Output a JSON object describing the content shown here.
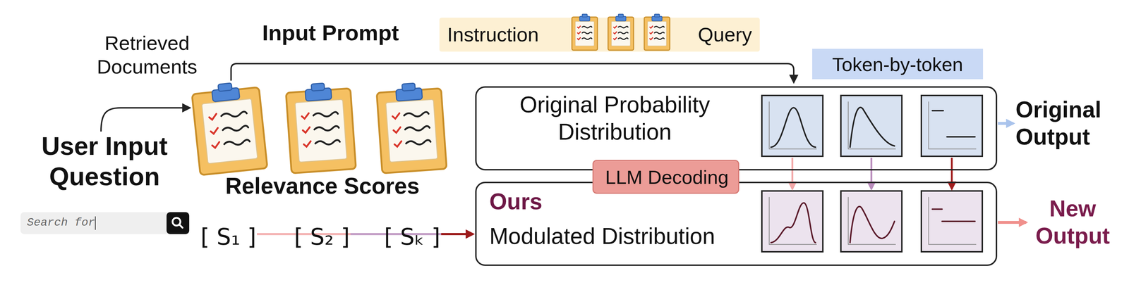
{
  "diagram": {
    "nodes": [
      {
        "text": [
          "Input Prompt",
          "Instruction",
          "Query"
        ]
      },
      {
        "text": [
          "Token-by-token"
        ]
      },
      {
        "text": [
          "Original Probability Distribution"
        ]
      },
      {
        "text": [
          "Original Output"
        ]
      },
      {
        "text": [
          "LLM Decoding"
        ]
      },
      {
        "text": [
          "Ours",
          "Modulated Distribution"
        ]
      },
      {
        "text": [
          "New Output"
        ]
      },
      {
        "text": [
          "[ S₁ ]"
        ]
      },
      {
        "text": [
          "[ S₂ ]"
        ]
      },
      {
        "text": [
          "[ Sₖ ]"
        ]
      },
      {
        "text": [
          "Search for"
        ]
      }
    ],
    "edges": [
      {
        "from": 2,
        "to": 3,
        "arrow": "to"
      },
      {
        "from": 5,
        "to": 6,
        "arrow": "to"
      },
      {
        "from": 7,
        "to": 2,
        "arrow": "to"
      },
      {
        "from": 8,
        "to": 2,
        "arrow": "to"
      },
      {
        "from": 9,
        "to": 2,
        "arrow": "to"
      }
    ],
    "labels": [
      "Retrieved Documents",
      "User Input Question",
      "Relevance Scores"
    ]
  }
}
